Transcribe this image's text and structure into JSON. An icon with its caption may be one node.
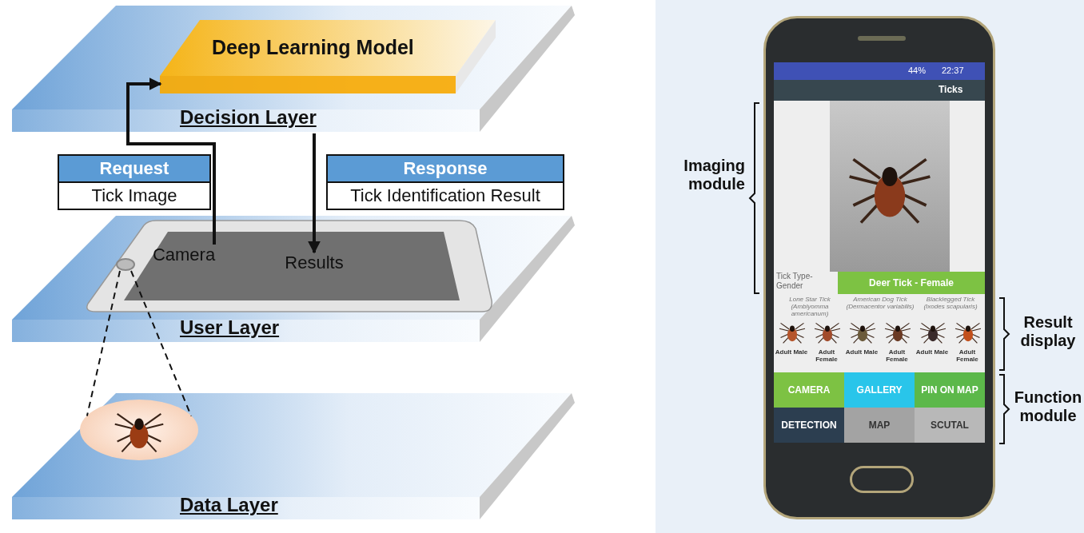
{
  "diagram": {
    "nodes": [
      {
        "text": [
          "Decision Layer"
        ]
      },
      {
        "text": [
          "Deep Learning Model"
        ],
        "in": 0
      },
      {
        "text": [
          "Request",
          "Tick Image"
        ]
      },
      {
        "text": [
          "Response",
          "Tick Identification Result"
        ]
      },
      {
        "text": [
          "User Layer"
        ]
      },
      {
        "text": [
          "Camera"
        ],
        "in": 4
      },
      {
        "text": [
          "Results"
        ],
        "in": 4
      },
      {
        "text": [],
        "shape": "circle",
        "in": 4
      },
      {
        "text": [
          "Data Layer"
        ]
      },
      {
        "text": [],
        "shape": "picture",
        "in": 8
      },
      {
        "text": [
          "Deer Tick - Female"
        ]
      },
      {
        "text": [
          "CAMERA"
        ]
      },
      {
        "text": [
          "GALLERY"
        ]
      },
      {
        "text": [
          "PIN ON MAP"
        ]
      },
      {
        "text": [
          "DETECTION"
        ]
      },
      {
        "text": [
          "MAP"
        ]
      },
      {
        "text": [
          "SCUTAL"
        ]
      }
    ],
    "edges": [
      {
        "from": 5,
        "to": 1,
        "arrow": "to"
      },
      {
        "from": 0,
        "to": 6,
        "arrow": "to"
      },
      {
        "from": 7,
        "to": 9,
        "arrow": "none",
        "style": "dashed"
      },
      {
        "from": 7,
        "to": 9,
        "arrow": "none",
        "style": "dashed"
      }
    ],
    "labels": [
      "44%",
      "22:37",
      "Ticks",
      "Tick Type-Gender",
      "Lone Star Tick (Amblyomma americanum)",
      "American Dog Tick (Dermacentor variabilis)",
      "Blacklegged Tick (Ixodes scapularis)",
      "Adult Male",
      "Adult Female",
      "Adult Male",
      "Adult Female",
      "Adult Male",
      "Adult Female",
      "Imaging module",
      "Result display",
      "Function module"
    ]
  }
}
